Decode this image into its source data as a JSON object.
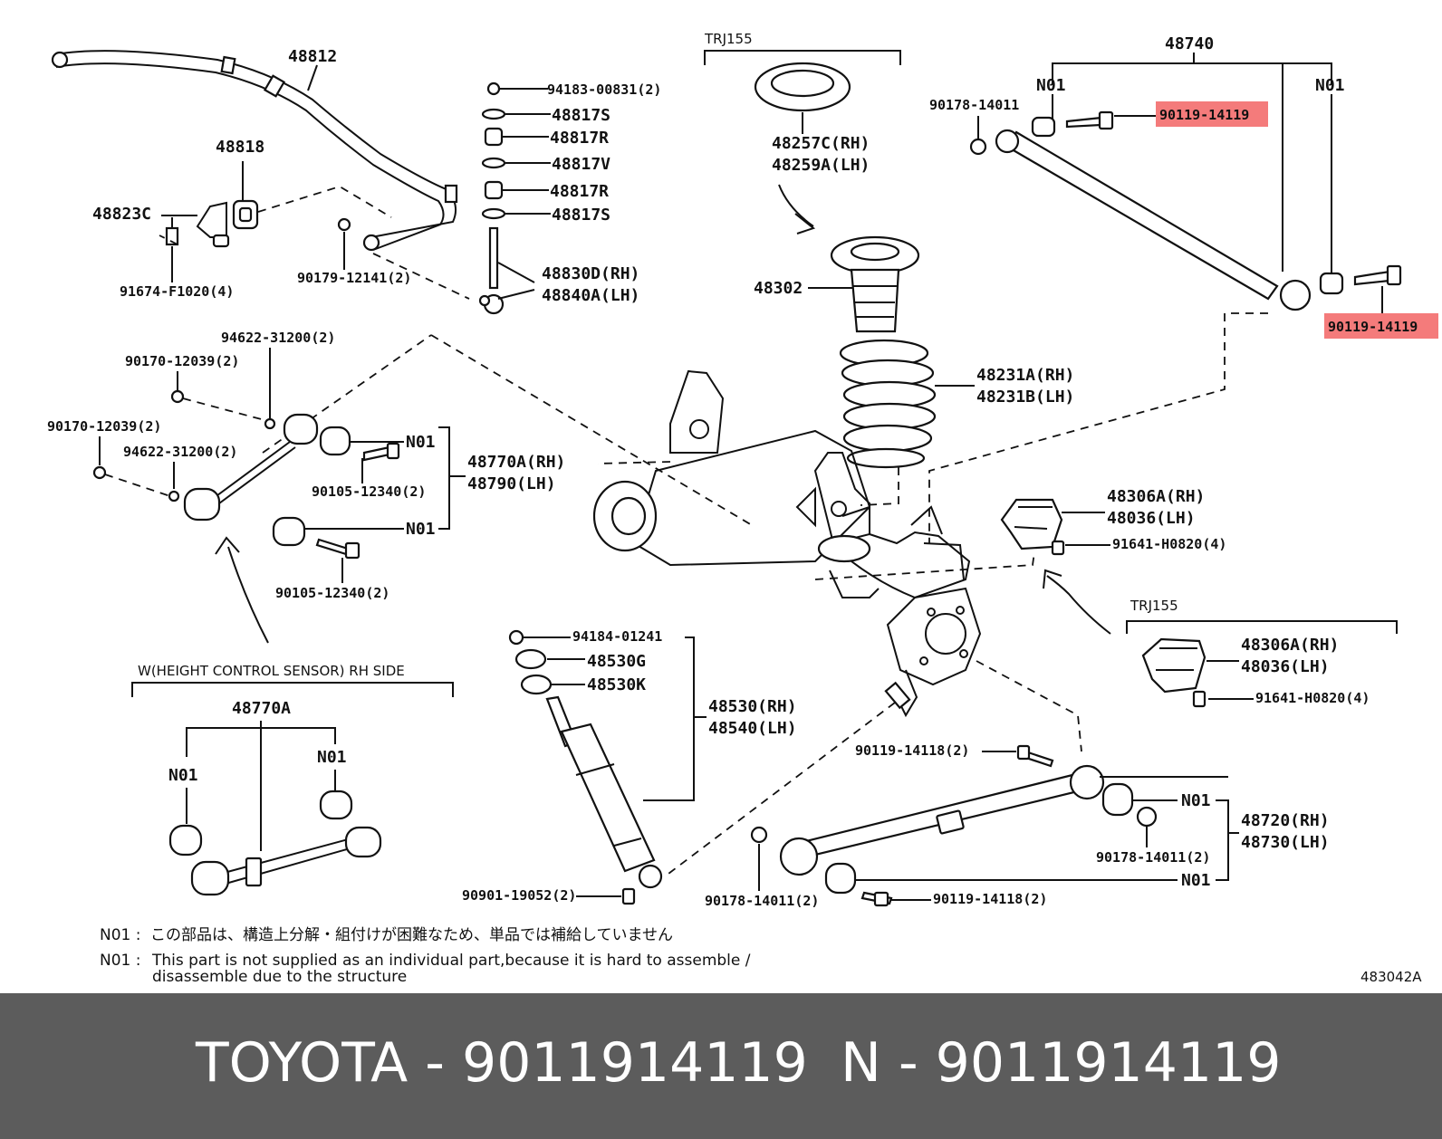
{
  "diagram": {
    "labels": {
      "stabilizer_bar": "48812",
      "bracket": "48818",
      "clamp": "48823C",
      "stab_bolt": "91674-F1020(4)",
      "stab_nut": "90179-12141(2)",
      "link_nut": "94183-00831(2)",
      "link_bushing_s1": "48817S",
      "link_bushing_r1": "48817R",
      "link_washer_v": "48817V",
      "link_bushing_r2": "48817R",
      "link_bushing_s2": "48817S",
      "stab_link_rh": "48830D(RH)",
      "stab_link_lh": "48840A(LH)",
      "trj_top": "TRJ155",
      "spring_seat_rh": "48257C(RH)",
      "spring_seat_lh": "48259A(LH)",
      "bump_stopper": "48302",
      "coil_spring_rh": "48231A(RH)",
      "coil_spring_lh": "48231B(LH)",
      "lateral_rod": "48740",
      "n01_lat_left": "N01",
      "n01_lat_right": "N01",
      "lat_nut": "90178-14011",
      "lat_bolt_top": "90119-14119",
      "lat_bolt_right": "90119-14119",
      "sensor_washer_1": "94622-31200(2)",
      "sensor_nut_1": "90170-12039(2)",
      "sensor_nut_2": "90170-12039(2)",
      "sensor_washer_2": "94622-31200(2)",
      "upper_arm_n01_a": "N01",
      "upper_arm_bolt_a": "90105-12340(2)",
      "upper_arm_n01_b": "N01",
      "upper_arm_bolt_b": "90105-12340(2)",
      "upper_arm_rh": "48770A(RH)",
      "upper_arm_lh": "48790(LH)",
      "bumper_rh_1": "48306A(RH)",
      "bumper_lh_1": "48036(LH)",
      "bumper_bolt_1": "91641-H0820(4)",
      "trj_lower": "TRJ155",
      "bumper_rh_2": "48306A(RH)",
      "bumper_lh_2": "48036(LH)",
      "bumper_bolt_2": "91641-H0820(4)",
      "shock_nut": "94184-01241",
      "shock_cushion_g": "48530G",
      "shock_cushion_k": "48530K",
      "shock_rh": "48530(RH)",
      "shock_lh": "48540(LH)",
      "shock_bolt": "90901-19052(2)",
      "w_height_sensor": "W(HEIGHT CONTROL SENSOR) RH SIDE",
      "upper_arm_w": "48770A",
      "w_n01_left": "N01",
      "w_n01_right": "N01",
      "lower_bolt_top": "90119-14118(2)",
      "lower_n01_top": "N01",
      "lower_nut_right": "90178-14011(2)",
      "lower_arm_rh": "48720(RH)",
      "lower_arm_lh": "48730(LH)",
      "lower_nut_left": "90178-14011(2)",
      "lower_bolt_bottom": "90119-14118(2)",
      "lower_n01_bottom": "N01",
      "diagram_code": "483042A"
    },
    "notes": {
      "n01_jp_prefix": "N01 :",
      "n01_jp_text": "この部品は、構造上分解・組付けが困難なため、単品では補給していません",
      "n01_en_prefix": "N01 :",
      "n01_en_line1": "This part is not supplied as an individual part,because it is hard to assemble /",
      "n01_en_line2": "disassemble due to the structure"
    },
    "highlight_color": "#f47b7b"
  },
  "footer": {
    "left": "TOYOTA - 9011914119",
    "right": "N - 9011914119",
    "background": "#5c5c5c"
  }
}
